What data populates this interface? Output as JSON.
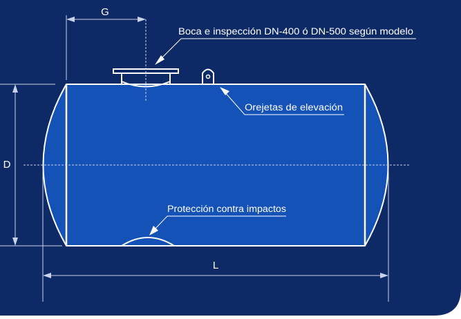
{
  "colors": {
    "background": "#0e2a66",
    "tank_fill": "#1552b8",
    "line": "#ffffff",
    "dim_line": "#c9d3e8"
  },
  "dimensions": {
    "g_label": "G",
    "d_label": "D",
    "l_label": "L"
  },
  "callouts": {
    "manhole": "Boca e inspección DN-400 ó DN-500 según modelo",
    "lifting_lugs": "Orejetas de elevación",
    "impact_protection": "Protección contra impactos"
  }
}
